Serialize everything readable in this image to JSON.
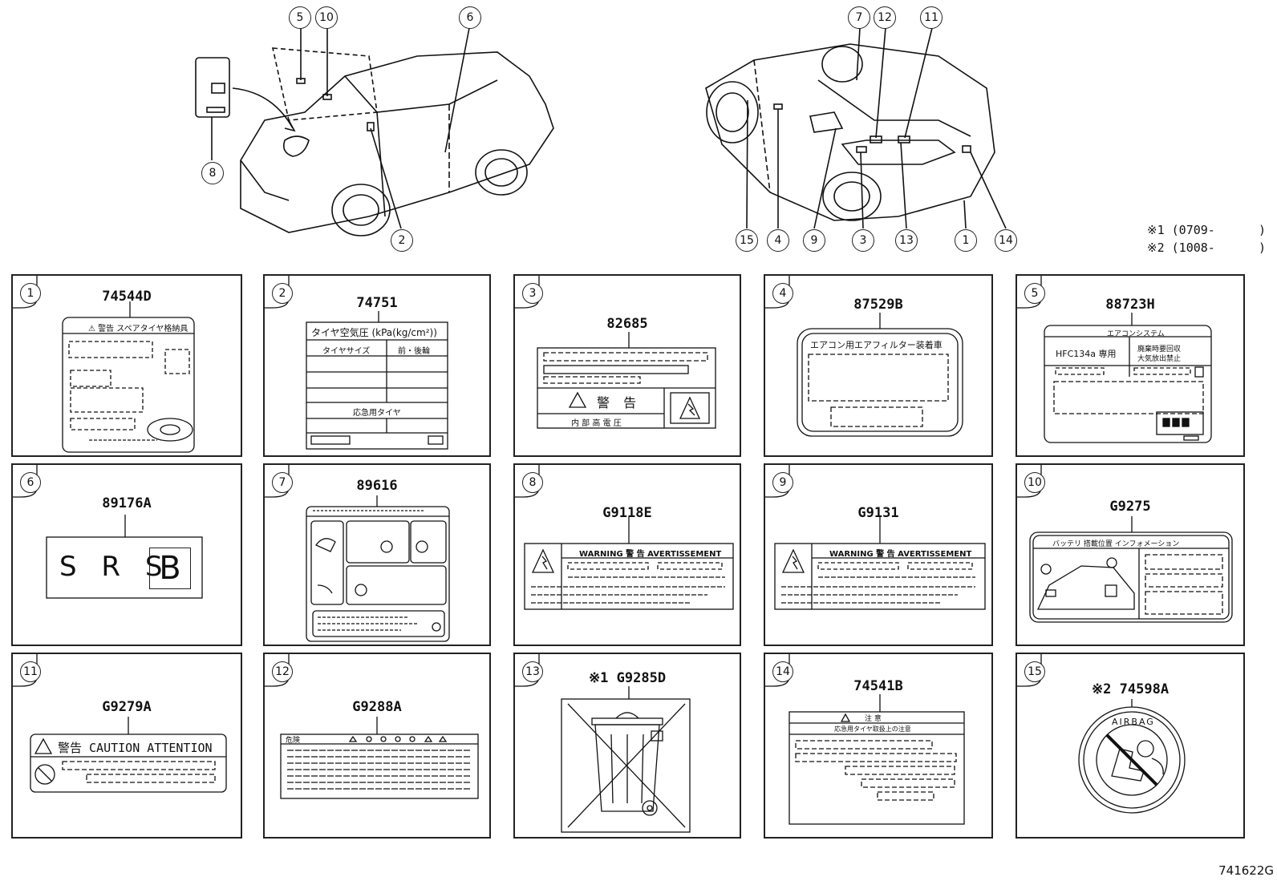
{
  "callouts_left": [
    "5",
    "10",
    "6",
    "8",
    "2"
  ],
  "callouts_right": [
    "7",
    "12",
    "11",
    "15",
    "4",
    "9",
    "3",
    "13",
    "1",
    "14"
  ],
  "notes": [
    "※1 (0709-      )",
    "※2 (1008-      )"
  ],
  "panels": [
    {
      "num": "1",
      "code": "74544D",
      "text": [
        "⚠ 警告 スペアタイヤ格納具"
      ]
    },
    {
      "num": "2",
      "code": "74751",
      "text": [
        "タイヤ空気圧 (kPa(kg/cm²))",
        "タイヤサイズ",
        "前・後輪",
        "応急用タイヤ"
      ]
    },
    {
      "num": "3",
      "code": "82685",
      "text": [
        "警 告",
        "内 部 高 電 圧"
      ]
    },
    {
      "num": "4",
      "code": "87529B",
      "text": [
        "エアコン用エアフィルター装着車"
      ]
    },
    {
      "num": "5",
      "code": "88723H",
      "text": [
        "エアコンシステム",
        "HFC134a 専用",
        "廃棄時要回収",
        "大気放出禁止"
      ]
    },
    {
      "num": "6",
      "code": "89176A",
      "text": [
        "S R S",
        "B"
      ]
    },
    {
      "num": "7",
      "code": "89616",
      "text": []
    },
    {
      "num": "8",
      "code": "G9118E",
      "text": [
        "WARNING 警 告 AVERTISSEMENT"
      ]
    },
    {
      "num": "9",
      "code": "G9131",
      "text": [
        "WARNING 警 告 AVERTISSEMENT"
      ]
    },
    {
      "num": "10",
      "code": "G9275",
      "text": [
        "バッテリ 搭載位置 インフォメーション"
      ]
    },
    {
      "num": "11",
      "code": "G9279A",
      "text": [
        "警告 CAUTION ATTENTION"
      ]
    },
    {
      "num": "12",
      "code": "G9288A",
      "text": [
        "危険"
      ]
    },
    {
      "num": "13",
      "code": "※1 G9285D",
      "text": []
    },
    {
      "num": "14",
      "code": "74541B",
      "text": [
        "注 意",
        "応急用タイヤ取扱上の注意"
      ]
    },
    {
      "num": "15",
      "code": "※2 74598A",
      "text": [
        "AIRBAG"
      ]
    }
  ],
  "figure_id": "741622G"
}
